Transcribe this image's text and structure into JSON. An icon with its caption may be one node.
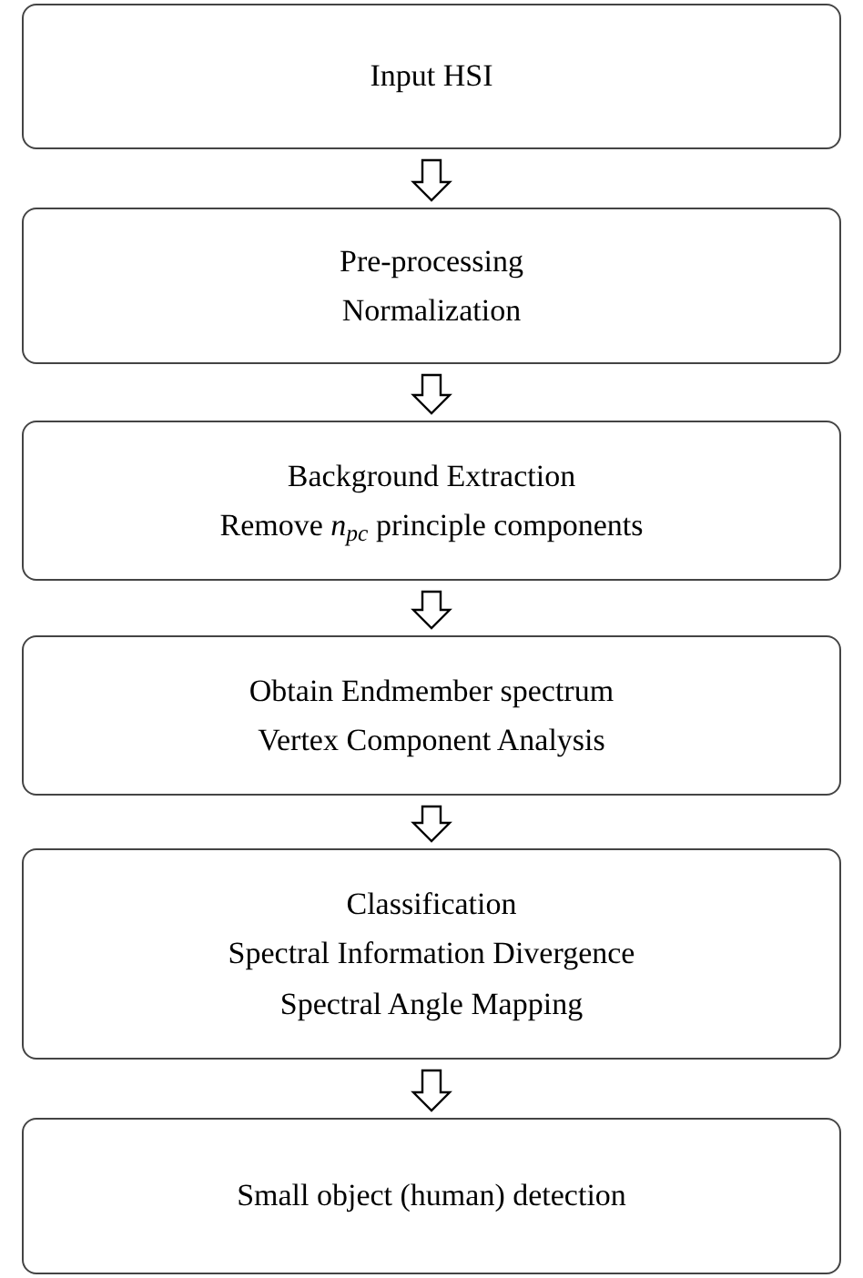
{
  "diagram": {
    "nodes": [
      {
        "text": [
          "Input HSI"
        ]
      },
      {
        "text": [
          "Pre-processing",
          "Normalization"
        ]
      },
      {
        "text": [
          "Background Extraction",
          "Remove *n*$_{pc}$ principle components"
        ]
      },
      {
        "text": [
          "Obtain Endmember spectrum",
          "Vertex Component Analysis"
        ]
      },
      {
        "text": [
          "Classification",
          "Spectral Information Divergence",
          "Spectral Angle Mapping"
        ]
      },
      {
        "text": [
          "Small object (human) detection"
        ]
      }
    ],
    "edges": [
      {
        "from": 0,
        "to": 1,
        "arrow": "to"
      },
      {
        "from": 1,
        "to": 2,
        "arrow": "to"
      },
      {
        "from": 2,
        "to": 3,
        "arrow": "to"
      },
      {
        "from": 3,
        "to": 4,
        "arrow": "to"
      },
      {
        "from": 4,
        "to": 5,
        "arrow": "to"
      }
    ]
  }
}
